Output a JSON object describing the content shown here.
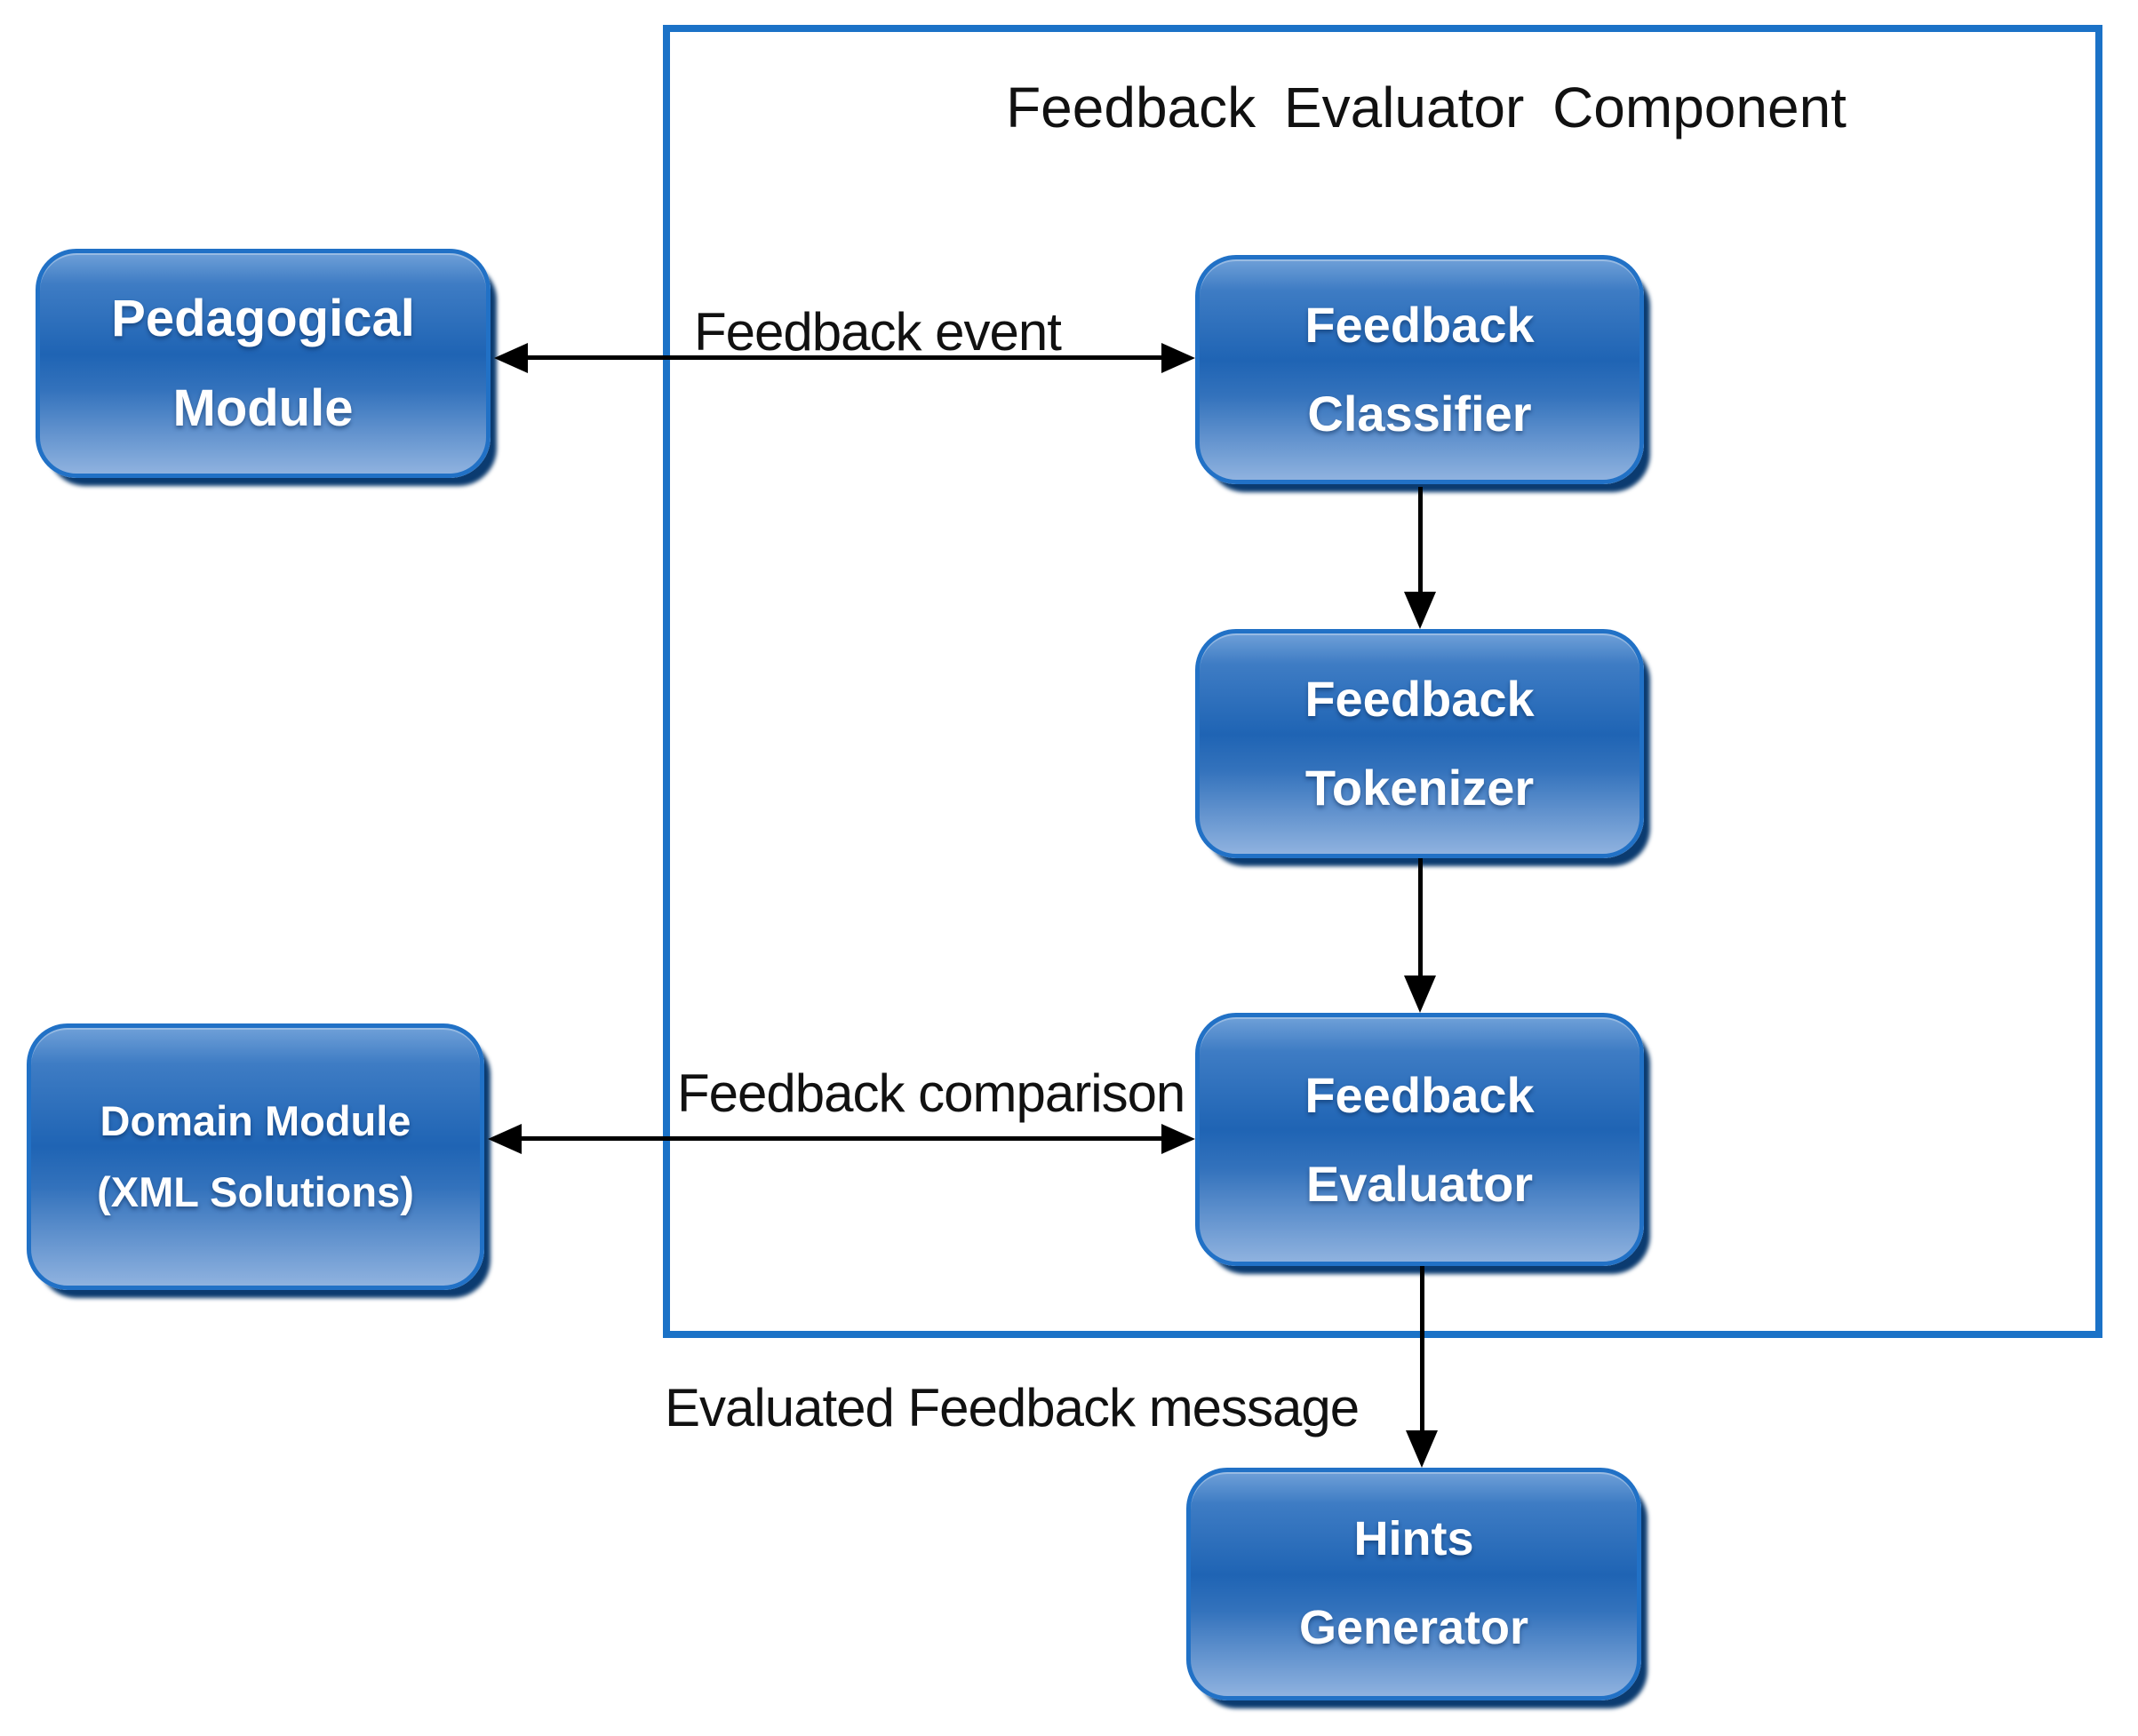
{
  "diagram": {
    "title": "Feedback Evaluator Component",
    "nodes": {
      "pedagogical_module": {
        "line1": "Pedagogical",
        "line2": "Module"
      },
      "domain_module": {
        "line1": "Domain Module",
        "line2": "(XML Solutions)"
      },
      "feedback_classifier": {
        "line1": "Feedback",
        "line2": "Classifier"
      },
      "feedback_tokenizer": {
        "line1": "Feedback",
        "line2": "Tokenizer"
      },
      "feedback_evaluator": {
        "line1": "Feedback",
        "line2": "Evaluator"
      },
      "hints_generator": {
        "line1": "Hints",
        "line2": "Generator"
      }
    },
    "edge_labels": {
      "feedback_event": "Feedback event",
      "feedback_comparison": "Feedback comparison",
      "evaluated_feedback_message": "Evaluated Feedback message"
    },
    "colors": {
      "container_border": "#1B72C7",
      "box_border": "#2171C6",
      "box_highlight": "#6FA0D8",
      "box_top": "#3E7CC4",
      "box_mid": "#1F64B4",
      "box_mid_lower": "#3372BC",
      "box_bottom": "#8FB2DF",
      "box_shadow": "#0B3B70",
      "arrow": "#000000",
      "label_text": "#111111",
      "node_text": "#FFFFFF"
    }
  }
}
